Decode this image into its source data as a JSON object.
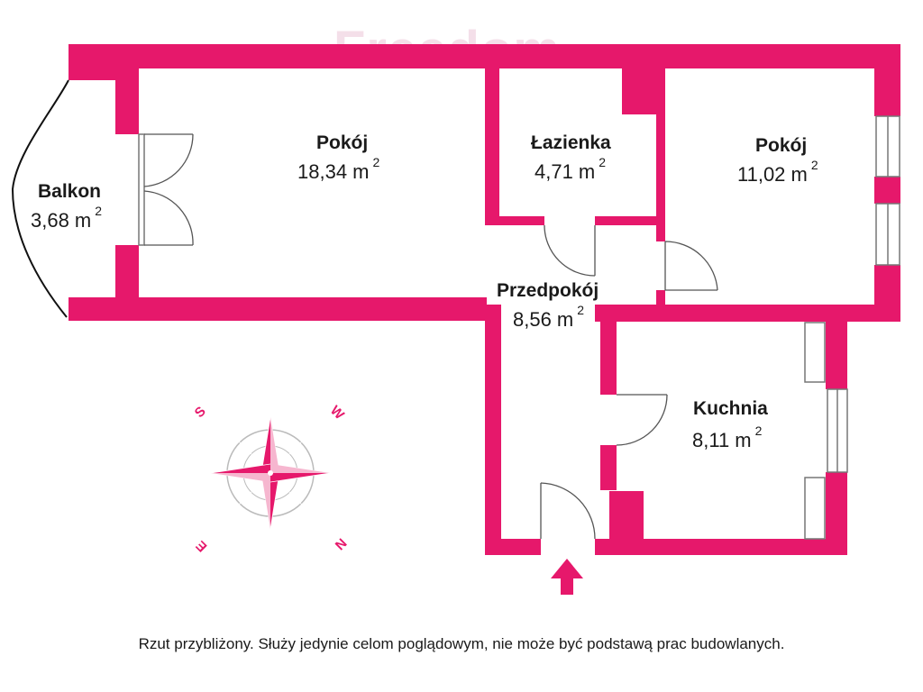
{
  "watermark": "Freedom",
  "colors": {
    "wall": "#e6186b",
    "line": "#555555",
    "text": "#1a1a1a"
  },
  "rooms": [
    {
      "name": "Pokój",
      "area": "18,34 m",
      "unit_sup": "2"
    },
    {
      "name": "Łazienka",
      "area": "4,71 m",
      "unit_sup": "2"
    },
    {
      "name": "Pokój",
      "area": "11,02 m",
      "unit_sup": "2"
    },
    {
      "name": "Balkon",
      "area": "3,68 m",
      "unit_sup": "2"
    },
    {
      "name": "Przedpokój",
      "area": "8,56 m",
      "unit_sup": "2"
    },
    {
      "name": "Kuchnia",
      "area": "8,11 m",
      "unit_sup": "2"
    }
  ],
  "compass": {
    "top_left": "S",
    "top_right": "W",
    "bottom_left": "E",
    "bottom_right": "N"
  },
  "entrance_icon": "arrow-up-icon",
  "disclaimer": "Rzut przybliżony. Służy jedynie celom poglądowym, nie może być podstawą prac budowlanych."
}
